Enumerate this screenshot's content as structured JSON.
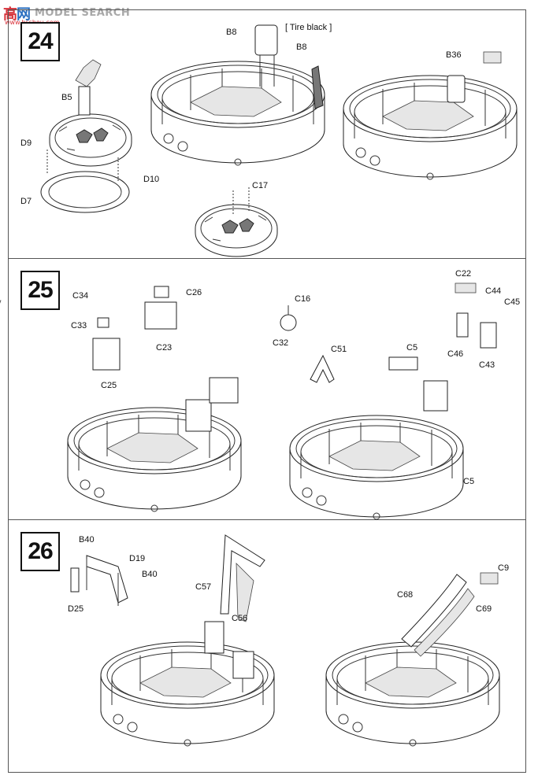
{
  "watermark": {
    "logo": "高网",
    "logo_accent": "高",
    "search": "MODEL SEARCH",
    "url": "www.hsshou.com"
  },
  "steps": [
    {
      "number": "24",
      "labels": {
        "b8_top": "B8",
        "tire_note": "[ Tire black ]",
        "b8_side": "B8",
        "b36": "B36",
        "b5": "B5",
        "d9": "D9",
        "d10": "D10",
        "d7": "D7",
        "c17": "C17"
      }
    },
    {
      "number": "25",
      "labels": {
        "c34": "C34",
        "c33": "C33",
        "c25": "C25",
        "c26": "C26",
        "c23": "C23",
        "c16": "C16",
        "c32": "C32",
        "c51": "C51",
        "c5_top": "C5",
        "c5_side": "C5",
        "c22": "C22",
        "c44": "C44",
        "c45": "C45",
        "c46": "C46",
        "c43": "C43"
      }
    },
    {
      "number": "26",
      "labels": {
        "b40_top": "B40",
        "d19": "D19",
        "b40_right": "B40",
        "d25": "D25",
        "c57": "C57",
        "c56": "C56",
        "c9": "C9",
        "c68": "C68",
        "c69": "C69"
      }
    }
  ]
}
